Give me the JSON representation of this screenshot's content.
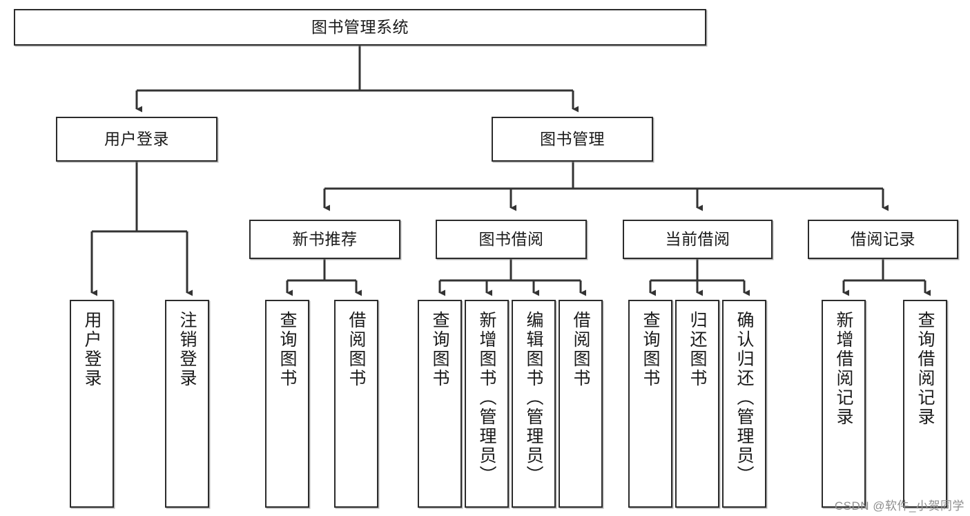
{
  "diagram": {
    "type": "tree",
    "title": "图书管理系统",
    "watermark": "CSDN @软件_小贺同学",
    "colors": {
      "box_border": "#2b2b2b",
      "box_fill": "#ffffff",
      "connector": "#333333",
      "text": "#1a1a1a",
      "watermark": "#8e8e8e"
    },
    "root": {
      "label": "图书管理系统",
      "orientation": "horizontal"
    },
    "level2": [
      {
        "label": "用户登录",
        "orientation": "horizontal"
      },
      {
        "label": "图书管理",
        "orientation": "horizontal"
      }
    ],
    "level3": [
      {
        "label": "新书推荐",
        "orientation": "horizontal"
      },
      {
        "label": "图书借阅",
        "orientation": "horizontal"
      },
      {
        "label": "当前借阅",
        "orientation": "horizontal"
      },
      {
        "label": "借阅记录",
        "orientation": "horizontal"
      }
    ],
    "leaves": {
      "user_login": [
        {
          "label": "用户登录",
          "orientation": "vertical"
        },
        {
          "label": "注销登录",
          "orientation": "vertical"
        }
      ],
      "new_book_recommend": [
        {
          "label": "查询图书",
          "orientation": "vertical"
        },
        {
          "label": "借阅图书",
          "orientation": "vertical"
        }
      ],
      "book_borrow": [
        {
          "label": "查询图书",
          "orientation": "vertical"
        },
        {
          "label": "新增图书（管理员）",
          "orientation": "vertical"
        },
        {
          "label": "编辑图书（管理员）",
          "orientation": "vertical"
        },
        {
          "label": "借阅图书",
          "orientation": "vertical"
        }
      ],
      "current_borrow": [
        {
          "label": "查询图书",
          "orientation": "vertical"
        },
        {
          "label": "归还图书",
          "orientation": "vertical"
        },
        {
          "label": "确认归还（管理员）",
          "orientation": "vertical"
        }
      ],
      "borrow_record": [
        {
          "label": "新增借阅记录",
          "orientation": "vertical"
        },
        {
          "label": "查询借阅记录",
          "orientation": "vertical"
        }
      ]
    }
  }
}
